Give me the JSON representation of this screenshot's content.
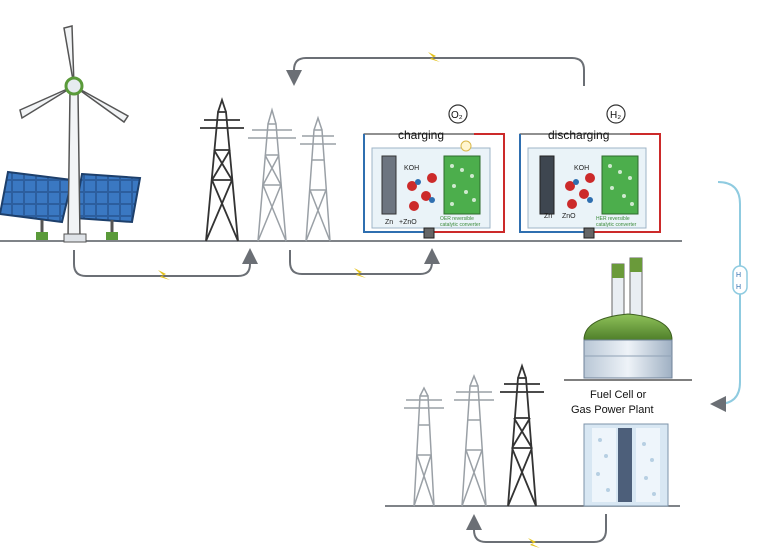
{
  "labels": {
    "charging": "charging",
    "discharging": "discharging",
    "o2": "O₂",
    "h2": "H₂",
    "koh_left": "KOH",
    "koh_right": "KOH",
    "zn_left": "Zn",
    "zno_left": "+ZnO",
    "zn_right": "Zn",
    "zno_right": "ZnO",
    "oer_line1": "OER reversible",
    "oer_line2": "catalytic converter",
    "her_line1": "HER reversible",
    "her_line2": "catalytic converter",
    "pipe_h1": "H",
    "pipe_h2": "H",
    "plant_line1": "Fuel Cell or",
    "plant_line2": "Gas Power Plant"
  },
  "colors": {
    "line": "#555a60",
    "arrow": "#6b6f75",
    "bolt": "#e4c21a",
    "wire_blue": "#2f6fb0",
    "wire_red": "#cc2a2a",
    "electrolyte": "#eaf3f8",
    "catalyst_green": "#4cae4c",
    "panel_blue": "#2c5e9e",
    "pipe_cyan": "#8fcbe0",
    "plant_green": "#6a9a3a"
  },
  "icons": [
    "wind-turbine-icon",
    "solar-panel-icon",
    "pylon-icon",
    "lightning-bolt-icon",
    "gas-bubble-icon",
    "plant-icon"
  ]
}
